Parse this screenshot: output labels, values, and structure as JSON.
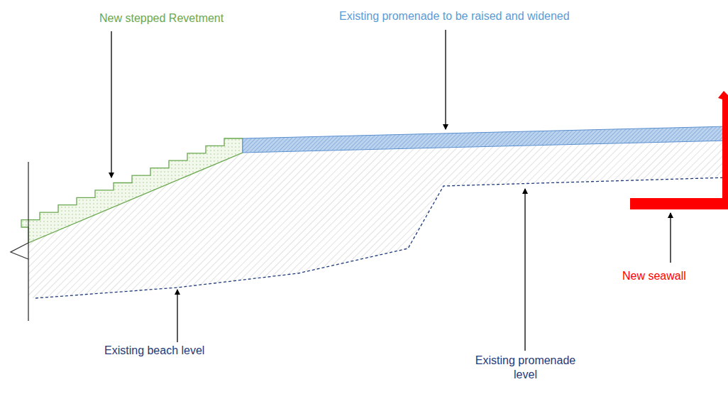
{
  "diagram": {
    "labels": [
      "New stepped Revetment",
      "Existing promenade to be raised and widened",
      "Existing beach level",
      "Existing promenade level",
      "New seawall"
    ]
  }
}
